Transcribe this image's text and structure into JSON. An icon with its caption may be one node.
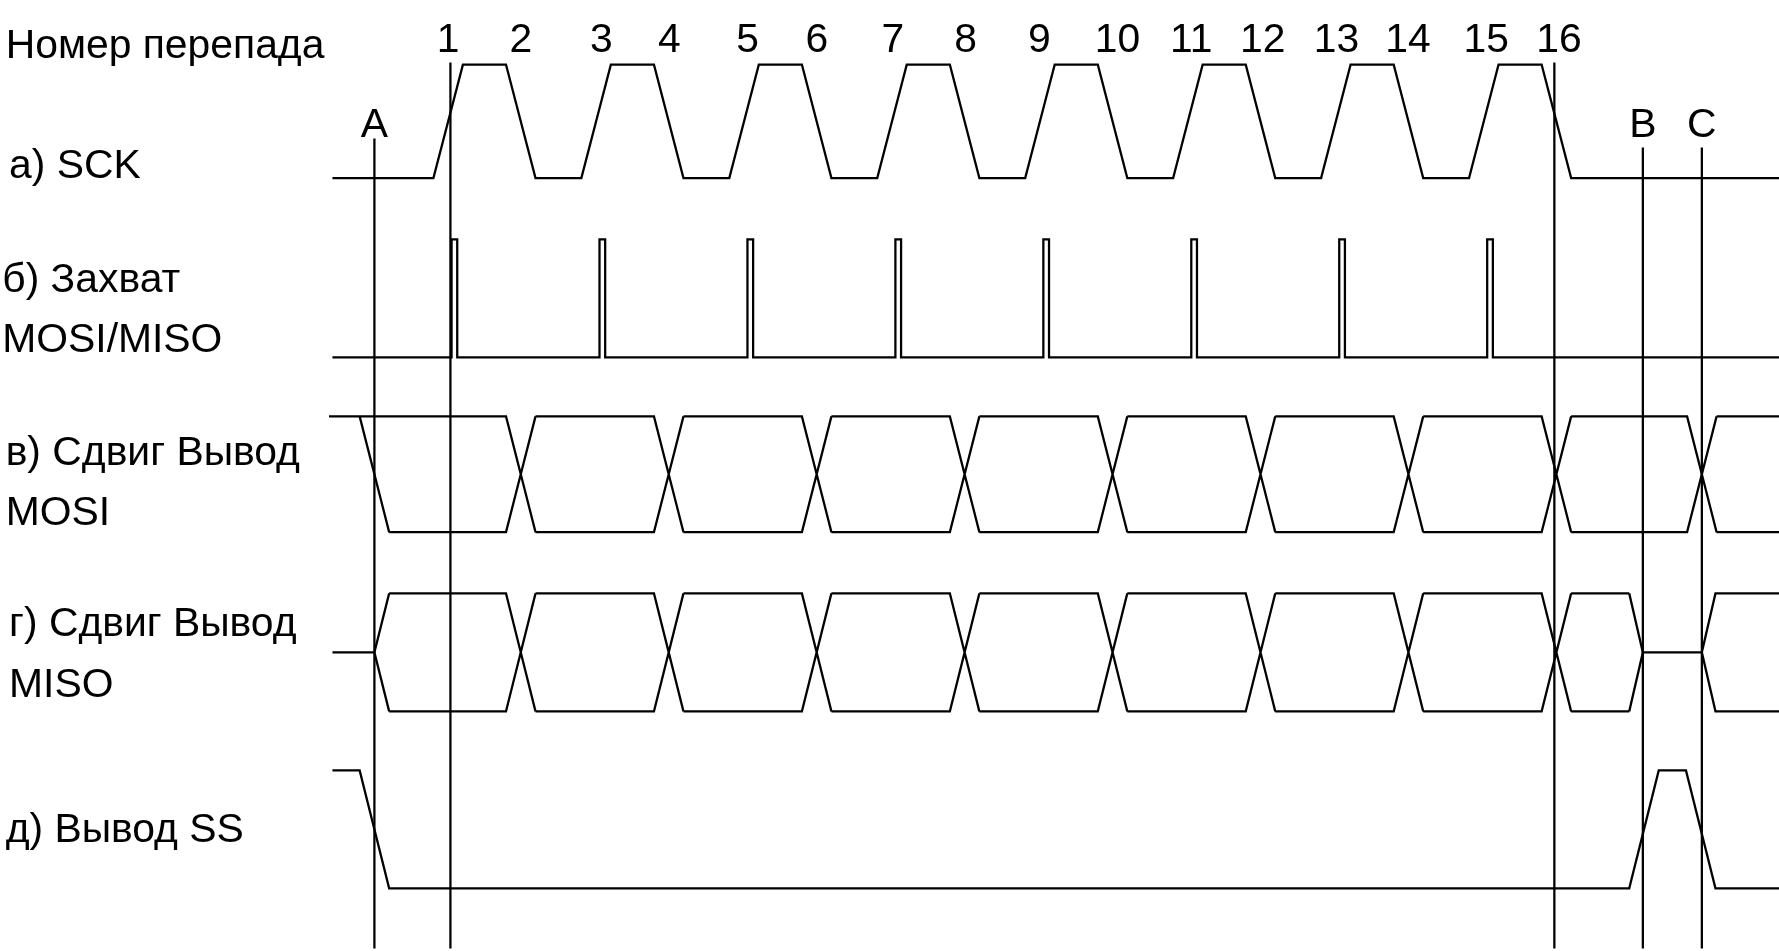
{
  "diagram": {
    "labels": [
      "Номер перепада",
      "1",
      "2",
      "3",
      "4",
      "5",
      "6",
      "7",
      "8",
      "9",
      "10",
      "11",
      "12",
      "13",
      "14",
      "15",
      "16",
      "A",
      "B",
      "C",
      "а) SCK",
      "б) Захват MOSI/MISO",
      "в) Сдвиг Вывод MOSI",
      "г) Сдвиг Вывод MISO",
      "д) Вывод SS"
    ]
  }
}
